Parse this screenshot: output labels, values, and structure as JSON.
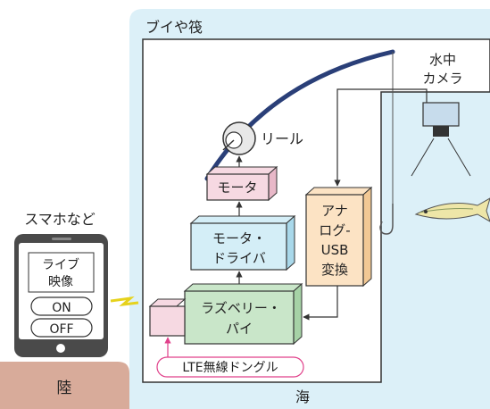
{
  "labels": {
    "region": "ブイや筏",
    "sea": "海",
    "land": "陸",
    "camera_line1": "水中",
    "camera_line2": "カメラ",
    "reel": "リール",
    "motor": "モータ",
    "driver_line1": "モータ・",
    "driver_line2": "ドライバ",
    "adc_line1": "アナ",
    "adc_line2": "ログ-",
    "adc_line3": "USB",
    "adc_line4": "変換",
    "pi_line1": "ラズベリー・",
    "pi_line2": "パイ",
    "dongle": "LTE無線ドングル",
    "phone_title": "スマホなど",
    "live_line1": "ライブ",
    "live_line2": "映像",
    "on": "ON",
    "off": "OFF"
  },
  "colors": {
    "sea": "#dcf0f8",
    "land": "#d8ab9a",
    "motor_box": "#f6d9e2",
    "driver_box": "#d4eef7",
    "adc_box": "#fce3c4",
    "pi_box": "#c9e6c9",
    "dongle_box": "#f6d9e2",
    "dongle_accent": "#e0408a",
    "lightning": "#e6d21c",
    "rod": "#2a3f78",
    "camera_body": "#c7dcec"
  },
  "icons": {
    "camera": "underwater-camera-icon",
    "reel": "fishing-reel-icon",
    "fish": "fish-icon",
    "hook": "fishing-hook-icon",
    "smartphone": "smartphone-icon",
    "wireless": "lightning-bolt-icon"
  }
}
